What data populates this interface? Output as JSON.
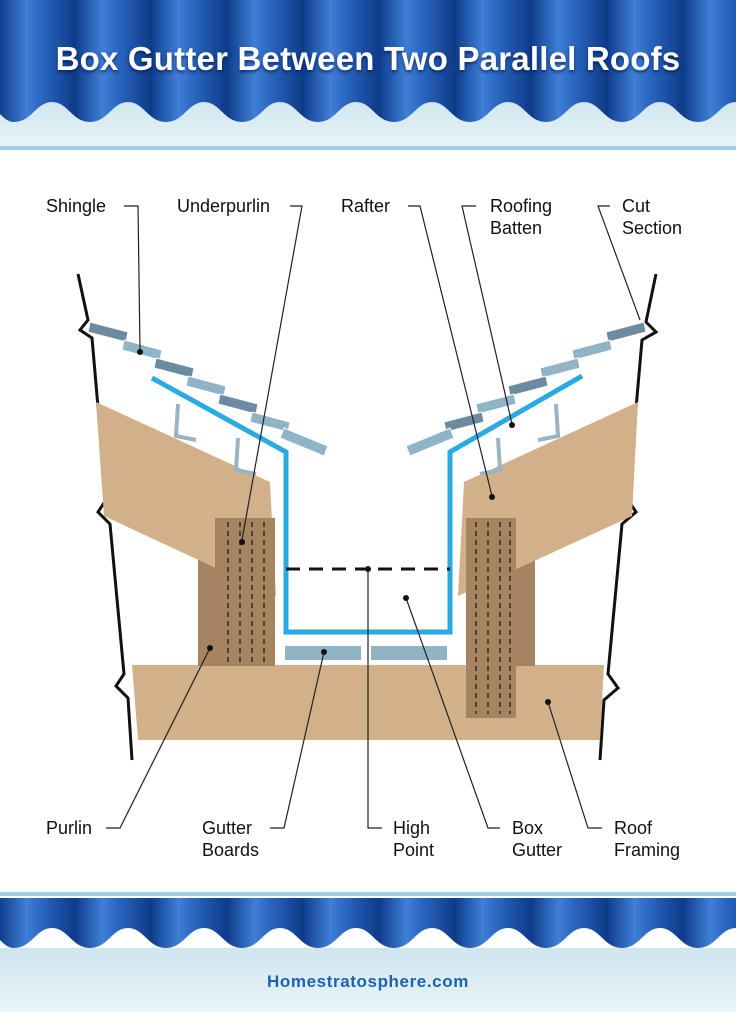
{
  "title": "Box Gutter Between Two Parallel Roofs",
  "website": "Homestratosphere.com",
  "colors": {
    "banner_blue": "#1d5ab6",
    "banner_light": "#d4ebf1",
    "wood": "#d2b08a",
    "wood_dark": "#a68462",
    "gutter_line": "#2aaae2",
    "shingle": "#8fb4c6",
    "shingle_dark": "#6c8aa0"
  },
  "labels": {
    "shingle": "Shingle",
    "underpurlin": "Underpurlin",
    "rafter": "Rafter",
    "roofing_batten_1": "Roofing",
    "roofing_batten_2": "Batten",
    "cut_section_1": "Cut",
    "cut_section_2": "Section",
    "purlin": "Purlin",
    "gutter_boards_1": "Gutter",
    "gutter_boards_2": "Boards",
    "high_point_1": "High",
    "high_point_2": "Point",
    "box_gutter_1": "Box",
    "box_gutter_2": "Gutter",
    "roof_framing_1": "Roof",
    "roof_framing_2": "Framing"
  }
}
